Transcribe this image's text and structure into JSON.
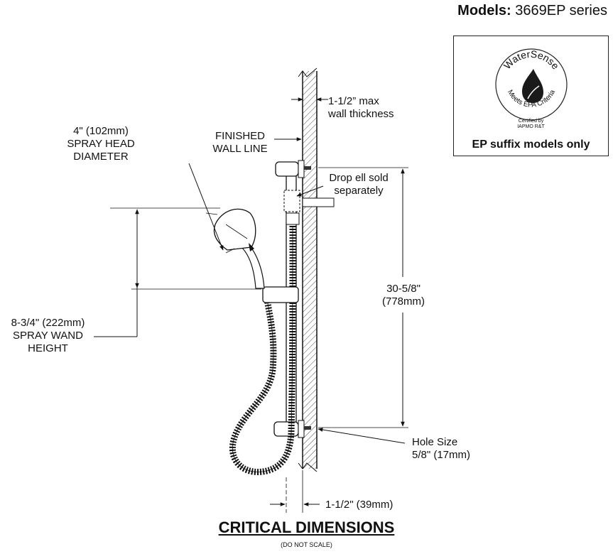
{
  "header": {
    "models_label": "Models:",
    "models_value": " 3669EP series"
  },
  "watersense": {
    "logo_text": "WaterSense",
    "logo_subtext": "Meets EPA Criteria",
    "cert_line1": "Certified by",
    "cert_line2": "IAPMO R&T",
    "caption": "EP suffix models only"
  },
  "labels": {
    "wall_thickness_1": "1-1/2” max",
    "wall_thickness_2": "wall thickness",
    "spray_head_1": "4\" (102mm)",
    "spray_head_2": "SPRAY HEAD",
    "spray_head_3": "DIAMETER",
    "finished_wall_1": "FINISHED",
    "finished_wall_2": "WALL LINE",
    "drop_ell_1": "Drop ell sold",
    "drop_ell_2": "separately",
    "bar_length_1": "30-5/8\"",
    "bar_length_2": "(778mm)",
    "wand_1": "8-3/4\" (222mm)",
    "wand_2": "SPRAY WAND",
    "wand_3": "HEIGHT",
    "hole_1": "Hole Size",
    "hole_2": "5/8\" (17mm)",
    "offset": "1-1/2\" (39mm)"
  },
  "footer": {
    "title": "CRITICAL DIMENSIONS",
    "subtitle": "(DO NOT SCALE)"
  },
  "colors": {
    "line": "#111111",
    "drop": "#1a1a1a"
  }
}
